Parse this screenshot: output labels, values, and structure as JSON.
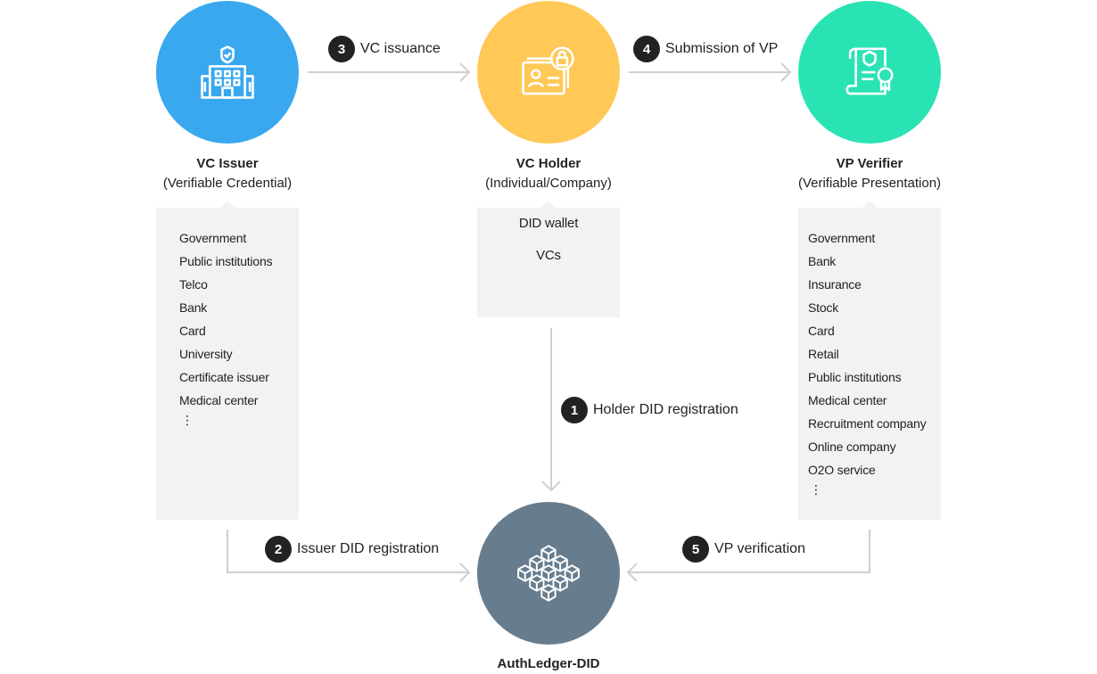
{
  "issuer": {
    "title": "VC Issuer",
    "subtitle": "(Verifiable Credential)",
    "color": "#3aa8ee",
    "icon": "building-icon",
    "items": [
      "Government",
      "Public institutions",
      "Telco",
      "Bank",
      "Card",
      "University",
      "Certificate issuer",
      "Medical center",
      "⋮"
    ]
  },
  "holder": {
    "title": "VC Holder",
    "subtitle": "(Individual/Company)",
    "color": "#ffc857",
    "icon": "id-card-lock-icon",
    "items": [
      "DID wallet",
      "VCs"
    ]
  },
  "verifier": {
    "title": "VP Verifier",
    "subtitle": "(Verifiable Presentation)",
    "color": "#2ae3b5",
    "icon": "certificate-scroll-icon",
    "items": [
      "Government",
      "Bank",
      "Insurance",
      "Stock",
      "Card",
      "Retail",
      "Public institutions",
      "Medical center",
      "Recruitment company",
      "Online company",
      "O2O service",
      "⋮"
    ]
  },
  "ledger": {
    "title": "AuthLedger-DID",
    "color": "#677d8e",
    "icon": "blockchain-cubes-icon"
  },
  "steps": [
    {
      "number": "1",
      "label": "Holder DID registration"
    },
    {
      "number": "2",
      "label": "Issuer DID registration"
    },
    {
      "number": "3",
      "label": "VC issuance"
    },
    {
      "number": "4",
      "label": "Submission of VP"
    },
    {
      "number": "5",
      "label": "VP verification"
    }
  ]
}
